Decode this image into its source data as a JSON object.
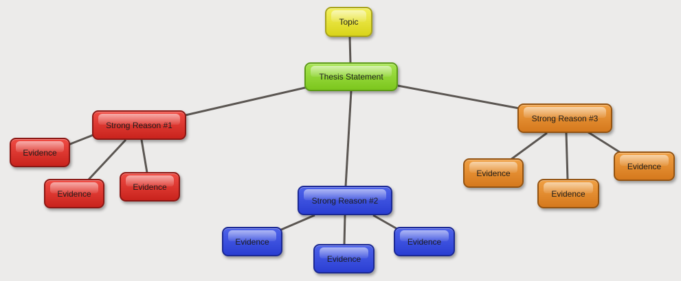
{
  "nodes": {
    "topic": "Topic",
    "thesis": "Thesis Statement",
    "reason1": "Strong Reason #1",
    "reason2": "Strong Reason #2",
    "reason3": "Strong Reason #3",
    "ev1a": "Evidence",
    "ev1b": "Evidence",
    "ev1c": "Evidence",
    "ev2a": "Evidence",
    "ev2b": "Evidence",
    "ev2c": "Evidence",
    "ev3a": "Evidence",
    "ev3b": "Evidence",
    "ev3c": "Evidence"
  },
  "edges": [
    [
      "topic",
      "thesis"
    ],
    [
      "thesis",
      "reason1"
    ],
    [
      "thesis",
      "reason2"
    ],
    [
      "thesis",
      "reason3"
    ],
    [
      "reason1",
      "ev1a"
    ],
    [
      "reason1",
      "ev1b"
    ],
    [
      "reason1",
      "ev1c"
    ],
    [
      "reason2",
      "ev2a"
    ],
    [
      "reason2",
      "ev2b"
    ],
    [
      "reason2",
      "ev2c"
    ],
    [
      "reason3",
      "ev3a"
    ],
    [
      "reason3",
      "ev3b"
    ],
    [
      "reason3",
      "ev3c"
    ]
  ],
  "colors": {
    "topic": "#e8e43a",
    "thesis": "#8fd533",
    "reason1": "#dc3029",
    "reason2": "#3447de",
    "reason3": "#e58a2c",
    "connector": "#5b5652",
    "background": "#ecebea"
  }
}
